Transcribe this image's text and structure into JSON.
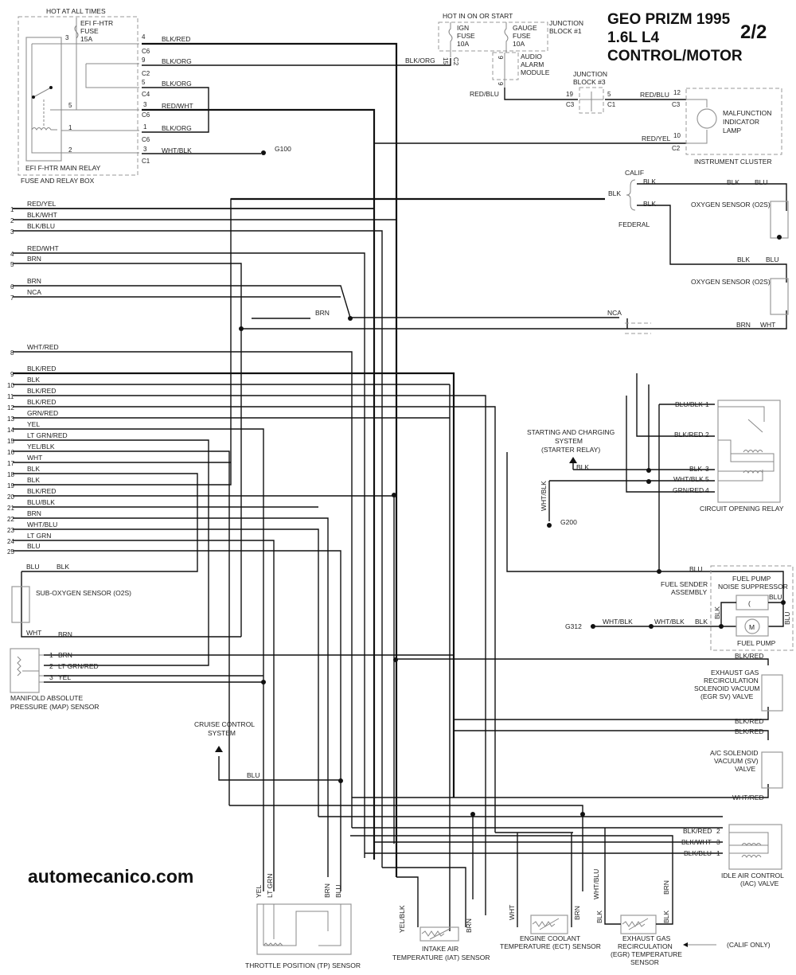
{
  "header": {
    "title_line1": "GEO PRIZM 1995",
    "title_line2": "1.6L  L4",
    "title_line3": "CONTROL/MOTOR",
    "page": "2/2"
  },
  "watermark": "automecanico.com",
  "fuse_relay_box": {
    "hot_label": "HOT AT ALL TIMES",
    "fuse_l1": "EFI F-HTR",
    "fuse_l2": "FUSE",
    "fuse_l3": "15A",
    "relay_label": "EFI F-HTR MAIN RELAY",
    "box_label": "FUSE AND RELAY BOX",
    "inner_pins": [
      "3",
      "5",
      "1",
      "2"
    ],
    "outputs": [
      {
        "pin": "4",
        "conn": "C6",
        "wire": "BLK/RED"
      },
      {
        "pin": "9",
        "conn": "C2",
        "wire": "BLK/ORG"
      },
      {
        "pin": "5",
        "conn": "C4",
        "wire": "BLK/ORG"
      },
      {
        "pin": "3",
        "conn": "C6",
        "wire": "RED/WHT"
      },
      {
        "pin": "1",
        "conn": "C6",
        "wire": "BLK/ORG"
      },
      {
        "pin": "3",
        "conn": "C1",
        "wire": "WHT/BLK"
      }
    ],
    "ground": "G100"
  },
  "junction_block1": {
    "hot_label": "HOT IN ON OR START",
    "label_l1": "JUNCTION",
    "label_l2": "BLOCK #1",
    "ign_l1": "IGN",
    "ign_l2": "FUSE",
    "ign_l3": "10A",
    "gauge_l1": "GAUGE",
    "gauge_l2": "FUSE",
    "gauge_l3": "10A",
    "pin_15": "15",
    "conn_c2": "C2",
    "wire_in": "BLK/ORG",
    "alarm_l1": "AUDIO",
    "alarm_l2": "ALARM",
    "alarm_l3": "MODULE",
    "alarm_pin_top": "9",
    "alarm_pin_bot": "9",
    "wire_out": "RED/BLU"
  },
  "junction_block3": {
    "label_l1": "JUNCTION",
    "label_l2": "BLOCK #3",
    "pin_in": "19",
    "conn_in": "C3",
    "pin_out": "5",
    "conn_out": "C1"
  },
  "instrument_cluster": {
    "label": "INSTRUMENT CLUSTER",
    "lamp_l1": "MALFUNCTION",
    "lamp_l2": "INDICATOR",
    "lamp_l3": "LAMP",
    "wire1": "RED/BLU",
    "pin1": "12",
    "conn1": "C3",
    "wire2": "RED/YEL",
    "pin2": "10",
    "conn2": "C2"
  },
  "oxygen": {
    "calif": "CALIF",
    "federal": "FEDERAL",
    "main_wire": "BLK",
    "calif_wire": "BLK",
    "federal_wire": "BLK",
    "sensor_label": "OXYGEN SENSOR (O2S)",
    "s1_left": "BLK",
    "s1_right": "BLU",
    "s2_left": "BLK",
    "s2_right": "BLU",
    "nca": "NCA",
    "brn": "BRN",
    "wht": "WHT"
  },
  "ecm_pins": [
    {
      "num": "1",
      "wire": "RED/YEL"
    },
    {
      "num": "2",
      "wire": "BLK/WHT"
    },
    {
      "num": "3",
      "wire": "BLK/BLU"
    },
    {
      "num": "4",
      "wire": "RED/WHT"
    },
    {
      "num": "5",
      "wire": "BRN"
    },
    {
      "num": "6",
      "wire": "BRN"
    },
    {
      "num": "7",
      "wire": "NCA"
    },
    {
      "num": "8",
      "wire": "WHT/RED"
    },
    {
      "num": "9",
      "wire": "BLK/RED"
    },
    {
      "num": "10",
      "wire": "BLK"
    },
    {
      "num": "11",
      "wire": "BLK/RED"
    },
    {
      "num": "12",
      "wire": "BLK/RED"
    },
    {
      "num": "13",
      "wire": "GRN/RED"
    },
    {
      "num": "14",
      "wire": "YEL"
    },
    {
      "num": "15",
      "wire": "LT GRN/RED"
    },
    {
      "num": "16",
      "wire": "YEL/BLK"
    },
    {
      "num": "17",
      "wire": "WHT"
    },
    {
      "num": "18",
      "wire": "BLK"
    },
    {
      "num": "19",
      "wire": "BLK"
    },
    {
      "num": "20",
      "wire": "BLK/RED"
    },
    {
      "num": "21",
      "wire": "BLU/BLK"
    },
    {
      "num": "22",
      "wire": "BRN"
    },
    {
      "num": "23",
      "wire": "WHT/BLU"
    },
    {
      "num": "24",
      "wire": "LT GRN"
    },
    {
      "num": "25",
      "wire": "BLU"
    }
  ],
  "mid_brn_label": "BRN",
  "circuit_opening_relay": {
    "label": "CIRCUIT OPENING RELAY",
    "pins": [
      {
        "wire": "BLU/BLK",
        "num": "1"
      },
      {
        "wire": "BLK/RED",
        "num": "2"
      },
      {
        "wire": "BLK",
        "num": "3"
      },
      {
        "wire": "WHT/BLK",
        "num": "5"
      },
      {
        "wire": "GRN/RED",
        "num": "4"
      }
    ]
  },
  "starting_system": {
    "l1": "STARTING AND CHARGING",
    "l2": "SYSTEM",
    "l3": "(STARTER RELAY)",
    "wire": "BLK"
  },
  "g200": {
    "wire": "WHT/BLK",
    "label": "G200"
  },
  "fuel_pump": {
    "sender_l1": "FUEL SENDER",
    "sender_l2": "ASSEMBLY",
    "suppressor_l1": "FUEL PUMP",
    "suppressor_l2": "NOISE SUPPRESSOR",
    "pump_label": "FUEL PUMP",
    "motor_symbol": "M",
    "wire_blu_in": "BLU",
    "wire_blu_a": "BLU",
    "wire_blu_b": "BLU",
    "wire_blk_v": "BLK",
    "wire_blk": "BLK",
    "wire_g1": "WHT/BLK",
    "wire_g2": "WHT/BLK",
    "ground": "G312"
  },
  "sub_o2s": {
    "label": "SUB-OXYGEN SENSOR (O2S)",
    "w1": "BLU",
    "w2": "BLK",
    "w3": "WHT",
    "w4": "BRN"
  },
  "map_sensor": {
    "l1": "MANIFOLD ABSOLUTE",
    "l2": "PRESSURE (MAP) SENSOR",
    "pins": [
      {
        "num": "1",
        "wire": "BRN"
      },
      {
        "num": "2",
        "wire": "LT GRN/RED"
      },
      {
        "num": "3",
        "wire": "YEL"
      }
    ]
  },
  "egr_sv": {
    "l1": "EXHAUST GAS",
    "l2": "RECIRCULATION",
    "l3": "SOLENOID VACUUM",
    "l4": "(EGR SV) VALVE",
    "w_top": "BLK/RED",
    "w_bot": "BLK/RED"
  },
  "ac_sv": {
    "l1": "A/C SOLENOID",
    "l2": "VACUUM (SV)",
    "l3": "VALVE",
    "w_top": "BLK/RED",
    "w_bot": "WHT/RED"
  },
  "cruise": {
    "l1": "CRUISE CONTROL",
    "l2": "SYSTEM",
    "wire": "BLU"
  },
  "iac": {
    "l1": "IDLE AIR CONTROL",
    "l2": "(IAC) VALVE",
    "pins": [
      {
        "wire": "BLK/RED",
        "num": "2"
      },
      {
        "wire": "BLK/WHT",
        "num": "3"
      },
      {
        "wire": "BLK/BLU",
        "num": "1"
      }
    ]
  },
  "tp_sensor": {
    "label": "THROTTLE POSITION (TP) SENSOR",
    "w1": "YEL",
    "w2": "LT GRN",
    "w3": "BRN",
    "w4": "BLU"
  },
  "iat_sensor": {
    "l1": "INTAKE AIR",
    "l2": "TEMPERATURE (IAT) SENSOR",
    "w1": "YEL/BLK",
    "w2": "BRN"
  },
  "ect_sensor": {
    "l1": "ENGINE COOLANT",
    "l2": "TEMPERATURE (ECT) SENSOR",
    "w1": "WHT",
    "w2": "BRN"
  },
  "egr_temp": {
    "l1": "EXHAUST GAS",
    "l2": "RECIRCULATION",
    "l3": "(EGR) TEMPERATURE",
    "l4": "SENSOR",
    "w1": "WHT/BLU",
    "w2": "BLK",
    "w3": "BRN",
    "w4": "BLK"
  },
  "calif_only": "(CALIF ONLY)"
}
